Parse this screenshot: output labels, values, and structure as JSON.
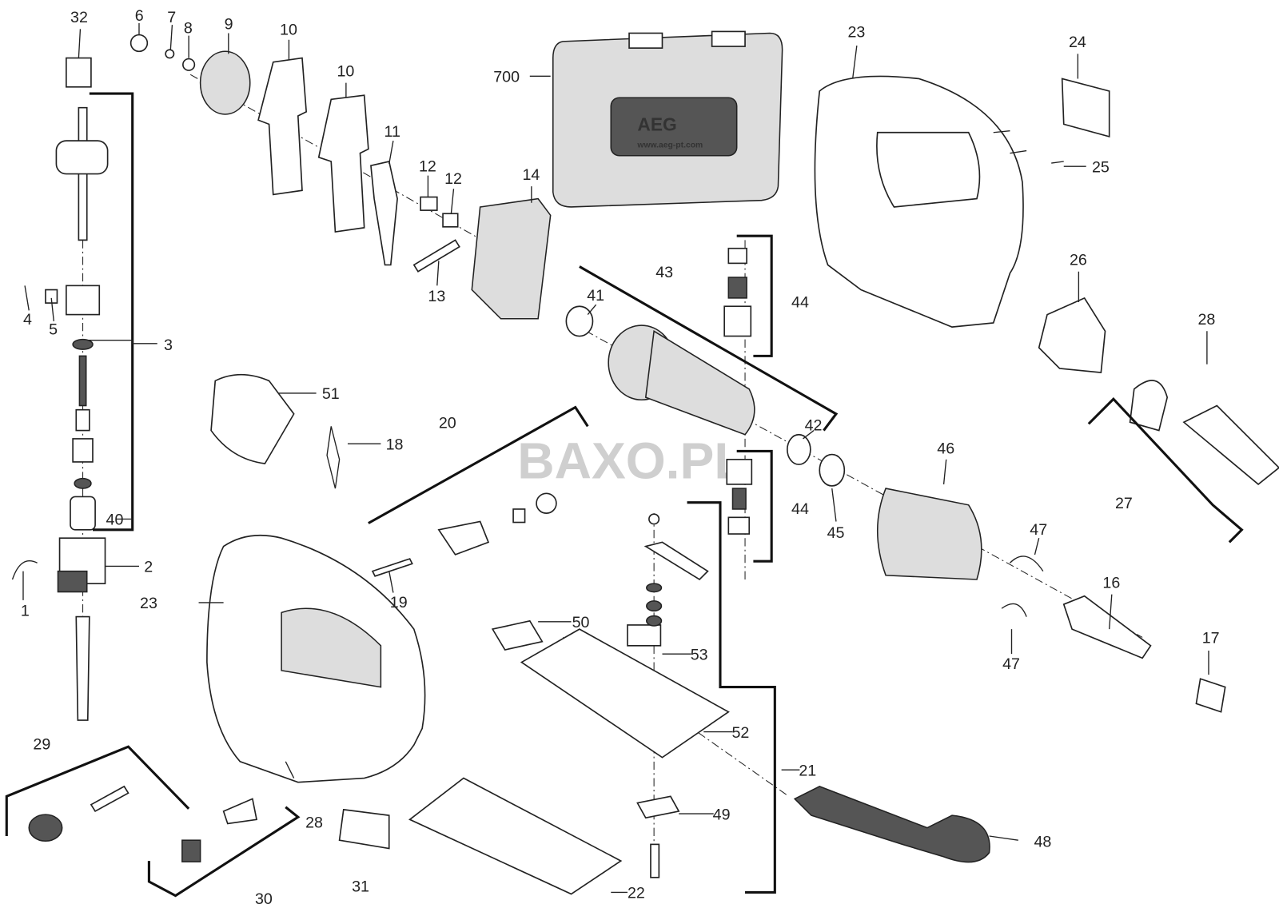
{
  "title": "AEG jigsaw exploded parts diagram",
  "watermark": "BAXO.PL",
  "case": {
    "brand": "AEG",
    "url": "www.aeg-pt.com"
  },
  "labels": {
    "l32": "32",
    "l6": "6",
    "l7": "7",
    "l8": "8",
    "l9": "9",
    "l10a": "10",
    "l10b": "10",
    "l11": "11",
    "l12a": "12",
    "l12b": "12",
    "l14": "14",
    "l13": "13",
    "l700": "700",
    "l23a": "23",
    "l24": "24",
    "l25": "25",
    "l26": "26",
    "l28a": "28",
    "l27": "27",
    "l43": "43",
    "l41": "41",
    "l44a": "44",
    "l42": "42",
    "l44b": "44",
    "l45": "45",
    "l46": "46",
    "l47a": "47",
    "l47b": "47",
    "l16": "16",
    "l17": "17",
    "l48": "48",
    "l21": "21",
    "l22": "22",
    "l49": "49",
    "l52": "52",
    "l53": "53",
    "l50": "50",
    "l20": "20",
    "l18": "18",
    "l19": "19",
    "l51": "51",
    "l23b": "23",
    "l3": "3",
    "l4": "4",
    "l5": "5",
    "l40": "40",
    "l2": "2",
    "l1": "1",
    "l29": "29",
    "l28b": "28",
    "l31": "31",
    "l30": "30"
  }
}
